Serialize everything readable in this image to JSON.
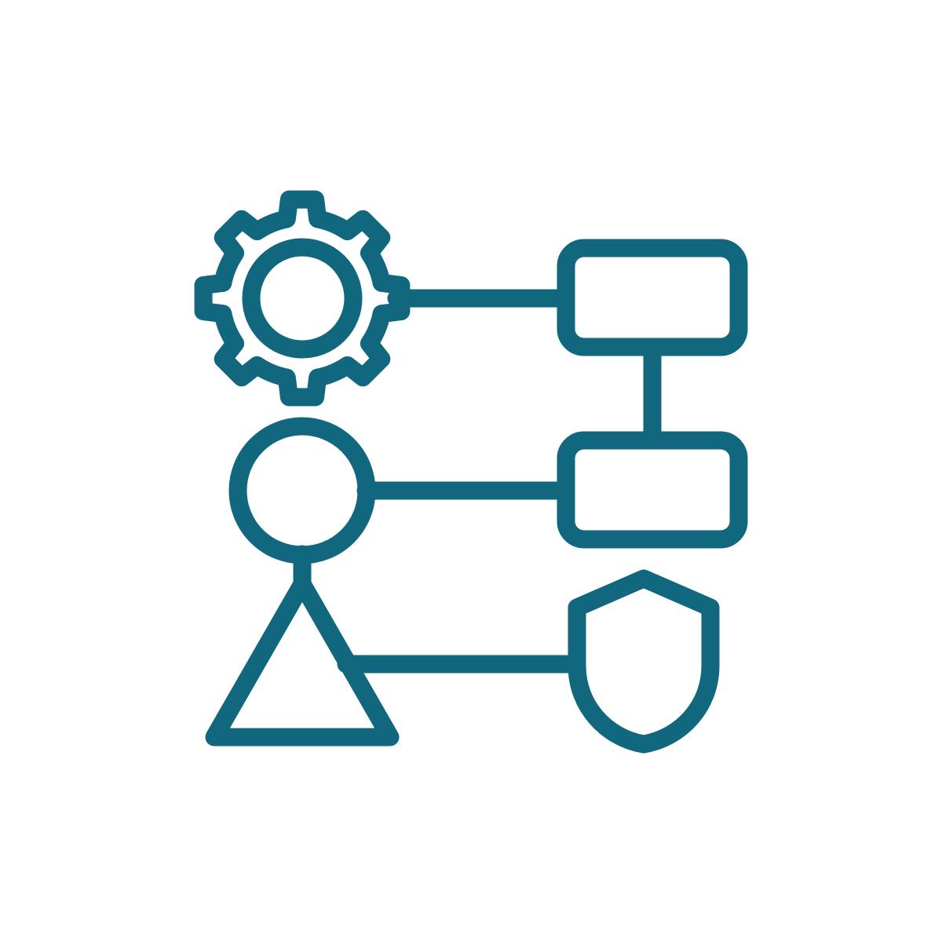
{
  "colors": {
    "background": "#ffffff",
    "stroke": "#10677e"
  },
  "icon": {
    "name": "system-architecture-icon",
    "nodes": [
      {
        "name": "gear-icon"
      },
      {
        "name": "top-process-box"
      },
      {
        "name": "circle-node"
      },
      {
        "name": "middle-process-box"
      },
      {
        "name": "triangle-node"
      },
      {
        "name": "shield-icon"
      }
    ]
  }
}
